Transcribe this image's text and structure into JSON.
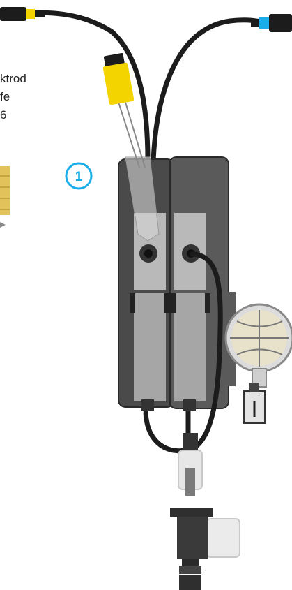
{
  "label": {
    "line1": "ktrod",
    "line2": "fe",
    "line3": "6"
  },
  "marker": {
    "number": "1",
    "color": "#19aeea"
  },
  "colors": {
    "cable": "#1c1c1c",
    "housing_left": "#4a4a4a",
    "housing_right": "#5a5a5a",
    "insert": "#b9b9b9",
    "probe_yellow": "#f3d400",
    "connector_blue": "#19aeea",
    "connector_yellow": "#f3d400",
    "valve_gray": "#3c3c3c",
    "brass": "#e2c25a"
  }
}
